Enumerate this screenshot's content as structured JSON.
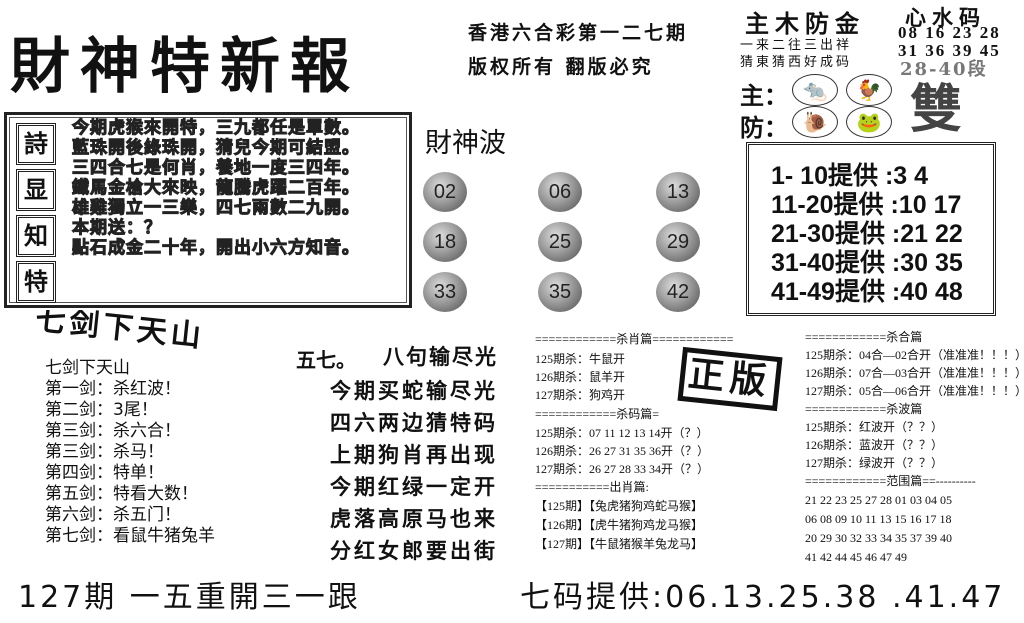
{
  "title": "財神特新報",
  "header": {
    "issue_line": "香港六合彩第一二七期",
    "copyright": "版权所有 翻版必究"
  },
  "top_right": {
    "element_title": "主木防金",
    "element_lines": [
      "一来二往三出祥",
      "猜東猜西好成码"
    ],
    "main_label": "主：",
    "guard_label": "防：",
    "main_icons": [
      "rat-icon",
      "rooster-icon"
    ],
    "guard_icons": [
      "snail-icon",
      "frog-icon"
    ],
    "heart_title": "心水码",
    "heart_numbers": [
      "08 16 23 28",
      "31 36 39 45"
    ],
    "segment": "28-40段",
    "double": "雙"
  },
  "poem": {
    "side_chars": [
      "詩",
      "显",
      "知",
      "特"
    ],
    "lines": [
      "今期虎猴來開特，三九都任是單數。",
      "藍珠開後綠珠開，猜兒今期可結盟。",
      "三四合七是何肖，養地一度三四年。",
      "鐵馬金槍大來映，龍騰虎躍二百年。",
      "雄雞獨立一三樂，四七兩數二九開。",
      "本期送：？",
      "點石成金二十年，開出小六方知音。"
    ]
  },
  "balls": {
    "title": "財神波",
    "numbers": [
      "02",
      "06",
      "13",
      "18",
      "25",
      "29",
      "33",
      "35",
      "42"
    ]
  },
  "number_box": {
    "lines": [
      {
        "range": "1- 10提供",
        "values": ":3  4"
      },
      {
        "range": "11-20提供",
        "values": ":10  17"
      },
      {
        "range": "21-30提供",
        "values": ":21  22"
      },
      {
        "range": "31-40提供",
        "values": ":30  35"
      },
      {
        "range": "41-49提供",
        "values": ":40  48"
      }
    ]
  },
  "swords": {
    "banner": "七剑下天山",
    "heading": "七剑下天山",
    "items": [
      "第一剑：杀红波！",
      "第二剑：3尾！",
      "第三剑：杀六合！",
      "第三剑：杀马！",
      "第四剑：特单！",
      "第五剑：特看大数！",
      "第六剑：杀五门！",
      "第七剑：看鼠牛猪兔羊"
    ]
  },
  "eight_lines": {
    "prefix": "五七。",
    "title": "八句输尽光",
    "lines": [
      "今期买蛇输尽光",
      "四六两边猜特码",
      "上期狗肖再出现",
      "今期红绿一定开",
      "虎落高原马也来",
      "分红女郎要出街"
    ]
  },
  "stamp": "正版",
  "kill_zodiac": {
    "header": "============杀肖篇============",
    "rows": [
      "125期杀：牛鼠开",
      "126期杀：鼠羊开",
      "127期杀：狗鸡开"
    ]
  },
  "kill_number": {
    "header": "============杀码篇=",
    "rows": [
      "125期杀：07 11 12 13 14开（？）",
      "126期杀：26 27 31 35 36开（？）",
      "127期杀：26 27 28 33 34开（？）"
    ]
  },
  "out_zodiac": {
    "header": "===========出肖篇:",
    "rows": [
      "【125期】【兔虎猪狗鸡蛇马猴】",
      "【126期】【虎牛猪狗鸡龙马猴】",
      "【127期】【牛鼠猪猴羊兔龙马】"
    ]
  },
  "kill_combo": {
    "header": "============杀合篇",
    "rows": [
      "125期杀：04合—02合开（准准准！！！）",
      "126期杀：07合—03合开（准准准！！！）",
      "127期杀：05合—06合开（准准准！！！）"
    ]
  },
  "kill_wave": {
    "header": "============杀波篇",
    "rows": [
      "125期杀：红波开（？？）",
      "126期杀：蓝波开（？？）",
      "127期杀：绿波开（？？）"
    ]
  },
  "range": {
    "header": "============范围篇==----------",
    "rows": [
      "21 22 23 25 27 28 01 03 04 05",
      "06 08 09 10 11 13 15 16 17 18",
      "20 29 30 32 33 34 35 37 39 40",
      "41 42 44 45 46 47 49"
    ]
  },
  "footer": {
    "left": "127期  一五重開三一跟",
    "right": "七码提供:06.13.25.38 .41.47"
  }
}
